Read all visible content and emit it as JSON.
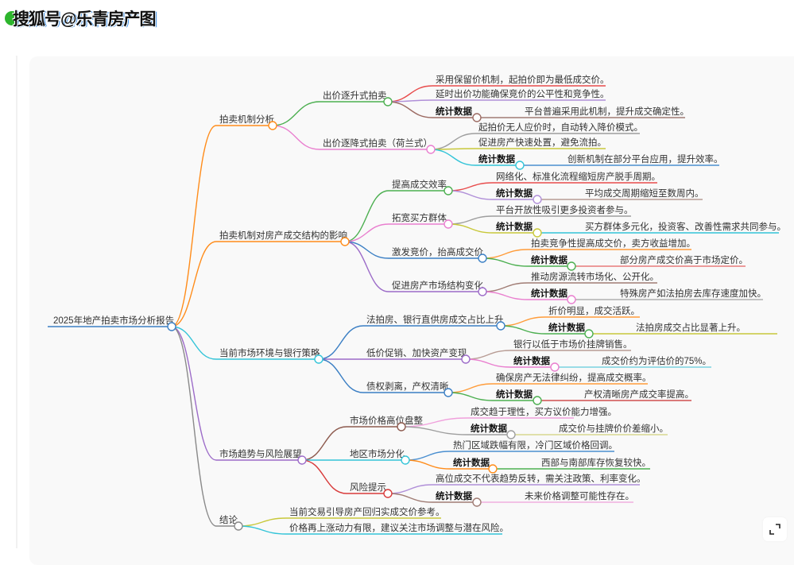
{
  "watermark": "搜狐号@乐青房产图",
  "mindmap": {
    "root": {
      "label": "2025年地产拍卖市场分析报告",
      "color": "#3b7fc4"
    },
    "stat_label": "统计数据",
    "branches": [
      {
        "label": "拍卖机制分析",
        "color": "#ff8c1a",
        "children": [
          {
            "label": "出价逐升式拍卖",
            "color": "#4caf50",
            "children": [
              {
                "label": "采用保留价机制，起拍价即为最低成交价。",
                "color": "#e84c4c"
              },
              {
                "label": "延时出价功能确保竞价的公平性和竞争性。",
                "color": "#b08fd8"
              },
              {
                "stat": true,
                "value": "平台普遍采用此机制，提升成交确定性。",
                "color": "#9c6b63",
                "color2": "#a07c74"
              }
            ]
          },
          {
            "label": "出价逐降式拍卖（荷兰式）",
            "color": "#e97fcf",
            "children": [
              {
                "label": "起拍价无人应价时，自动转入降价模式。",
                "color": "#9e9e9e"
              },
              {
                "label": "促进房产快速处置，避免流拍。",
                "color": "#c8c83a"
              },
              {
                "stat": true,
                "value": "创新机制在部分平台应用，提升效率。",
                "color": "#33c4d8",
                "color2": "#4a8fd0"
              }
            ]
          }
        ]
      },
      {
        "label": "拍卖机制对房产成交结构的影响",
        "color": "#ff8c1a",
        "children": [
          {
            "label": "提高成交效率",
            "color": "#4caf50",
            "children": [
              {
                "label": "网络化、标准化流程缩短房产脱手周期。",
                "color": "#e84c4c"
              },
              {
                "stat": true,
                "value": "平均成交周期缩短至数周内。",
                "color": "#b08fd8",
                "color2": "#b89c94"
              }
            ]
          },
          {
            "label": "拓宽买方群体",
            "color": "#e97fcf",
            "children": [
              {
                "label": "平台开放性吸引更多投资者参与。",
                "color": "#9e9e9e"
              },
              {
                "stat": true,
                "value": "买方群体多元化，投资客、改善性需求共同参与。",
                "color": "#c8c83a",
                "color2": "#33c4d8"
              }
            ]
          },
          {
            "label": "激发竞价，抬高成交价",
            "color": "#3b7fc4",
            "children": [
              {
                "label": "拍卖竞争性提高成交价，卖方收益增加。",
                "color": "#ff9c3a"
              },
              {
                "stat": true,
                "value": "部分房产成交价高于市场定价。",
                "color": "#4caf50",
                "color2": "#e87a7a"
              }
            ]
          },
          {
            "label": "促进房产市场结构变化",
            "color": "#9c6bc8",
            "children": [
              {
                "label": "推动房源流转市场化、公开化。",
                "color": "#a07c74"
              },
              {
                "stat": true,
                "value": "特殊房产如法拍房去库存速度加快。",
                "color": "#e97fcf",
                "color2": "#b0b0b0"
              }
            ]
          }
        ]
      },
      {
        "label": "当前市场环境与银行策略",
        "color": "#33c4d8",
        "children": [
          {
            "label": "法拍房、银行直供房成交占比上升",
            "color": "#3b7fc4",
            "children": [
              {
                "label": "折价明显，成交活跃。",
                "color": "#ff9c3a"
              },
              {
                "stat": true,
                "value": "法拍房成交占比显著上升。",
                "color": "#4caf50",
                "color2": "#c8c83a"
              }
            ]
          },
          {
            "label": "低价促销、加快资产变现",
            "color": "#9c6bc8",
            "children": [
              {
                "label": "银行以低于市场价挂牌销售。",
                "color": "#b89c94"
              },
              {
                "stat": true,
                "value": "成交价约为评估价的75%。",
                "color": "#e97fcf",
                "color2": "#7ad3e0"
              }
            ]
          },
          {
            "label": "债权剥离，产权清晰",
            "color": "#3b7fc4",
            "children": [
              {
                "label": "确保房产无法律纠纷，提高成交概率。",
                "color": "#ff9c3a"
              },
              {
                "stat": true,
                "value": "产权清晰房产成交率提高。",
                "color": "#4caf50",
                "color2": "#d05050"
              }
            ]
          }
        ]
      },
      {
        "label": "市场趋势与风险展望",
        "color": "#9c6bc8",
        "children": [
          {
            "label": "市场价格高位盘整",
            "color": "#8d5a4e",
            "children": [
              {
                "label": "成交趋于理性，买方议价能力增强。",
                "color": "#f0a0dc"
              },
              {
                "stat": true,
                "value": "成交价与挂牌价价差缩小。",
                "color": "#9e9e9e",
                "color2": "#d8d890"
              }
            ]
          },
          {
            "label": "地区市场分化",
            "color": "#33c4d8",
            "children": [
              {
                "label": "热门区域跌幅有限，冷门区域价格回调。",
                "color": "#4a8fd0"
              },
              {
                "stat": true,
                "value": "西部与南部库存恢复较快。",
                "color": "#ff8c1a",
                "color2": "#4caf50"
              }
            ]
          },
          {
            "label": "风险提示",
            "color": "#d83a3a",
            "children": [
              {
                "label": "高位成交不代表趋势反转，需关注政策、利率变化。",
                "color": "#b08fd8"
              },
              {
                "stat": true,
                "value": "未来价格调整可能性存在。",
                "color": "#a07c74",
                "color2": "#f0b0e0"
              }
            ]
          }
        ]
      },
      {
        "label": "结论",
        "color": "#8a8a8a",
        "children": [
          {
            "label": "当前交易引导房产回归实成交价参考。",
            "color": "#c8c83a"
          },
          {
            "label": "价格再上涨动力有限，建议关注市场调整与潜在风险。",
            "color": "#33c4d8"
          }
        ]
      }
    ]
  },
  "controls": {
    "expand_icon": "fullscreen-expand-icon"
  }
}
